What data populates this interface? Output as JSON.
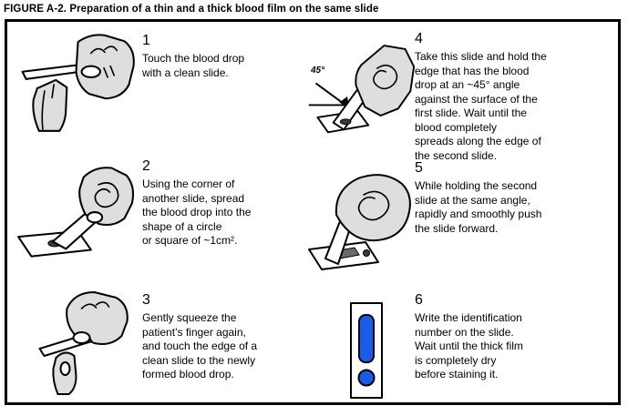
{
  "title": "FIGURE A-2. Preparation of a thin and a thick blood film on the same slide",
  "colors": {
    "hand_fill": "#dedede",
    "film_blue": "#1a5ce8",
    "smear_gray": "#6b6b6b",
    "blood_dark": "#3a3a3a",
    "outline": "#000000"
  },
  "steps": [
    {
      "number": "1",
      "text": "Touch the blood drop\nwith a clean slide.",
      "illustration": "hand touching blood drop with a clean slide"
    },
    {
      "number": "2",
      "text": "Using the corner of\nanother slide, spread\nthe blood drop into the\nshape of a circle\nor square of ~1cm².",
      "illustration": "hand spreading blood drop with corner of another slide"
    },
    {
      "number": "3",
      "text": "Gently squeeze the\npatient’s finger again,\nand touch the edge of a\nclean slide to the newly\nformed blood drop.",
      "illustration": "hand touching slide edge to newly formed blood drop on finger"
    },
    {
      "number": "4",
      "text": "Take this slide and hold the\nedge that has the blood\ndrop at an ~45° angle\nagainst the surface of the\nfirst slide. Wait until the\nblood completely\nspreads along the edge of\nthe second slide.",
      "angle_label": "45°",
      "illustration": "second slide held at 45 degree angle against first slide"
    },
    {
      "number": "5",
      "text": "While holding the second\nslide at the same angle,\nrapidly and smoothly push\nthe slide forward.",
      "illustration": "hand pushing slide forward leaving smear"
    },
    {
      "number": "6",
      "text": "Write the identification\nnumber on the slide.\nWait until the thick film\nis completely dry\nbefore staining it.",
      "illustration": "finished slide with thin film and thick film"
    }
  ]
}
